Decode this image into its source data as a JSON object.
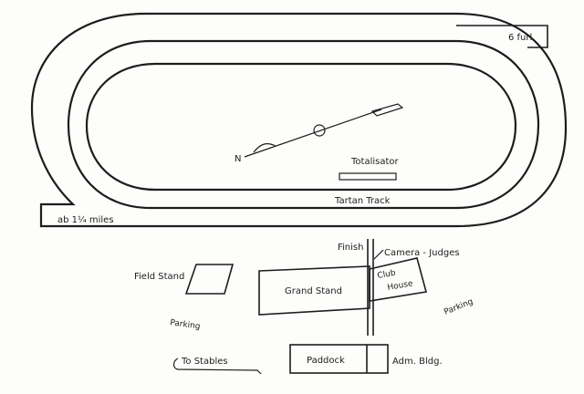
{
  "labels": {
    "six_furl": "6 furl",
    "ab_miles": "ab 1¼ miles",
    "north": "N",
    "totalisator": "Totalisator",
    "tartan_track": "Tartan Track",
    "finish": "Finish",
    "camera_judges": "Camera - Judges",
    "field_stand": "Field Stand",
    "grand_stand": "Grand Stand",
    "club_house_1": "Club",
    "club_house_2": "House",
    "parking_left": "Parking",
    "parking_right": "Parking",
    "to_stables": "To Stables",
    "paddock": "Paddock",
    "adm_bldg": "Adm. Bldg."
  },
  "colors": {
    "ink": "#1d1d1d",
    "paper": "#fdfdfb"
  }
}
